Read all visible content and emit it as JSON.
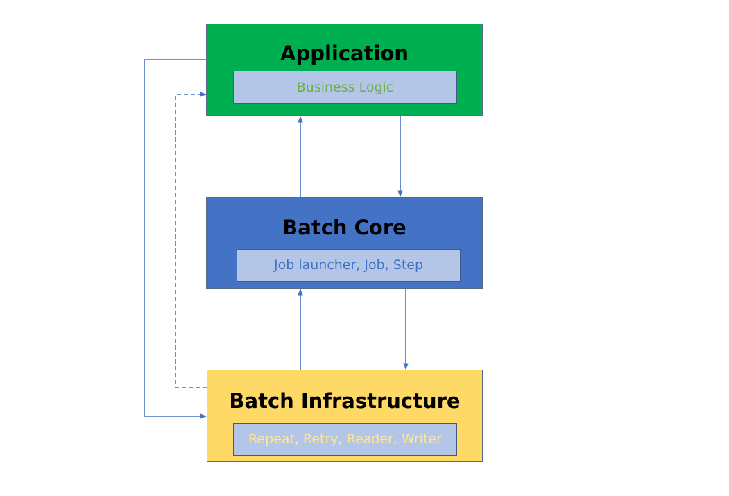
{
  "colors": {
    "application": "#00b050",
    "batch_core": "#4472c4",
    "batch_infrastructure": "#ffd966",
    "inner_box": "#b4c6e7",
    "arrow": "#4472c4",
    "application_text": "#70ad47",
    "batch_core_text": "#4472c4",
    "batch_infrastructure_text": "#ffe699"
  },
  "layers": {
    "application": {
      "title": "Application",
      "content": "Business Logic"
    },
    "batch_core": {
      "title": "Batch Core",
      "content": "Job launcher, Job, Step"
    },
    "batch_infrastructure": {
      "title": "Batch Infrastructure",
      "content": "Repeat, Retry, Reader, Writer"
    }
  }
}
